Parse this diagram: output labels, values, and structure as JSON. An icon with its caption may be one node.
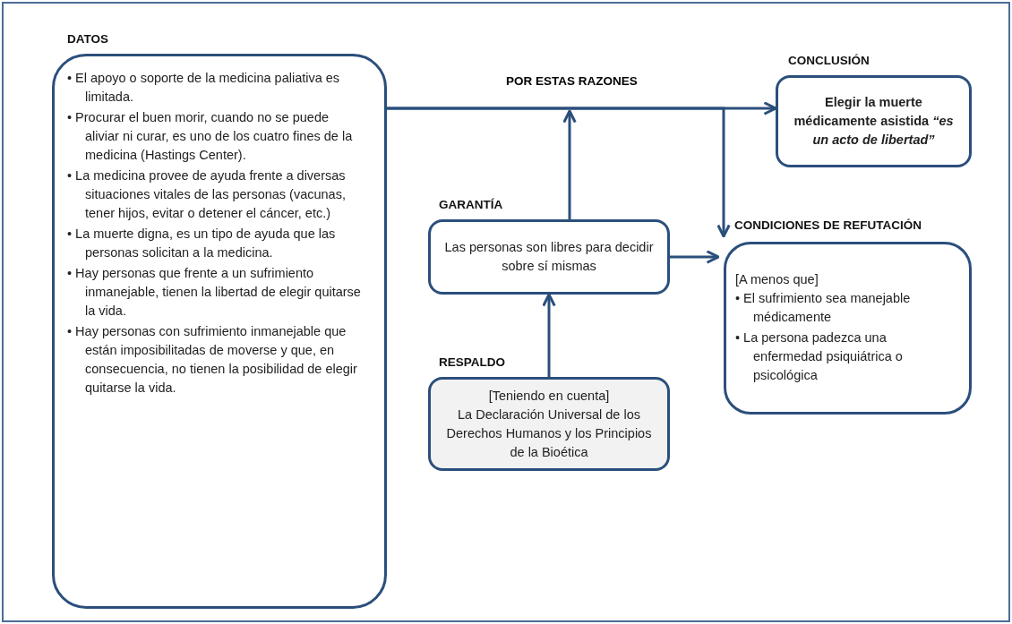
{
  "diagram": {
    "nodes": [
      {
        "text": [
          "DATOS",
          "• El apoyo o soporte de la medicina paliativa es limitada.",
          "• Procurar el buen morir, cuando no se puede aliviar ni curar, es uno de los cuatro fines de la medicina (Hastings Center).",
          "• La medicina provee de ayuda frente a diversas situaciones vitales de las personas (vacunas, tener hijos, evitar o detener el cáncer, etc.)",
          "• La muerte digna, es un tipo de ayuda que las personas solicitan a la medicina.",
          "• Hay personas que frente a un sufrimiento inmanejable, tienen la libertad de elegir quitarse la vida.",
          "• Hay personas con sufrimiento inmanejable que están imposibilitadas de moverse y que, en consecuencia, no tienen la posibilidad de elegir quitarse la vida."
        ]
      },
      {
        "text": [
          "CONCLUSIÓN",
          "Elegir la muerte médicamente asistida *“es un acto de libertad”*"
        ]
      },
      {
        "text": [
          "GARANTÍA",
          "Las personas son libres para decidir sobre sí mismas"
        ]
      },
      {
        "text": [
          "CONDICIONES DE REFUTACIÓN",
          "[A menos que]",
          "• El sufrimiento sea manejable médicamente",
          "• La persona padezca una enfermedad psiquiátrica o psicológica"
        ]
      },
      {
        "text": [
          "RESPALDO",
          "[Teniendo en cuenta]",
          "La Declaración Universal de los Derechos Humanos y los Principios de la Bioética"
        ]
      }
    ],
    "edges": [
      {
        "from": 0,
        "to": 1,
        "arrow": "to"
      },
      {
        "from": 0,
        "to": 3,
        "arrow": "to"
      },
      {
        "from": 2,
        "to": null,
        "arrow": "to"
      },
      {
        "from": 4,
        "to": 2,
        "arrow": "to"
      },
      {
        "from": 2,
        "to": 3,
        "arrow": "to"
      }
    ],
    "labels": [
      "POR ESTAS RAZONES"
    ]
  }
}
